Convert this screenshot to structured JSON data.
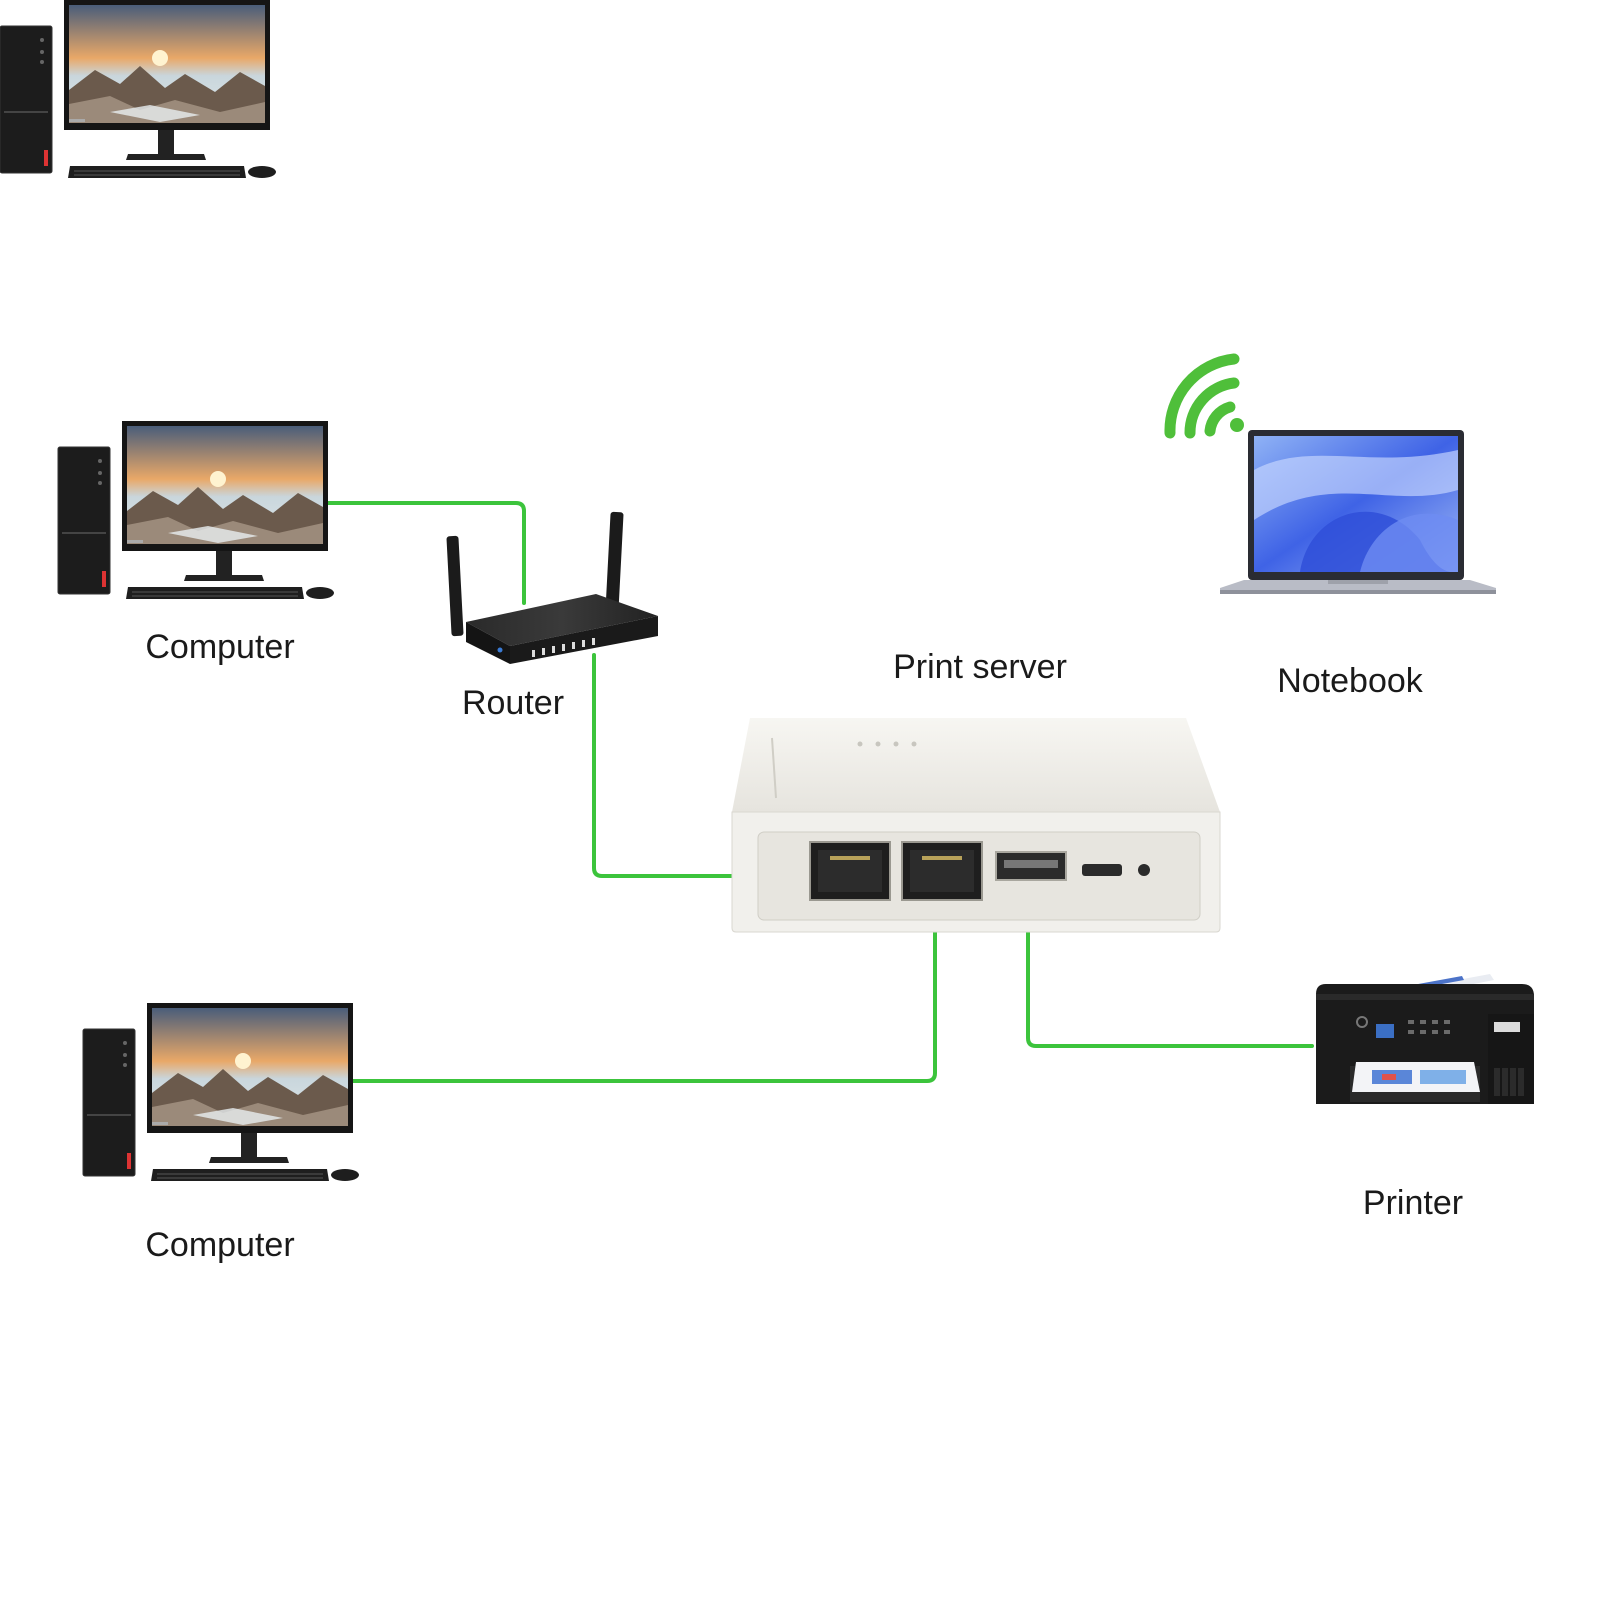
{
  "labels": {
    "computer_top": "Computer",
    "router": "Router",
    "print_server": "Print server",
    "notebook": "Notebook",
    "computer_bottom": "Computer",
    "printer": "Printer"
  },
  "colors": {
    "cable": "#3cc43c",
    "wifi": "#4fbf3a",
    "device_dark": "#1e1e1e",
    "server_body": "#ecebe6"
  },
  "icons": {
    "computer": "desktop-computer-icon",
    "router": "router-icon",
    "print_server": "print-server-icon",
    "notebook": "laptop-icon",
    "printer": "printer-icon",
    "wifi": "wifi-icon"
  }
}
